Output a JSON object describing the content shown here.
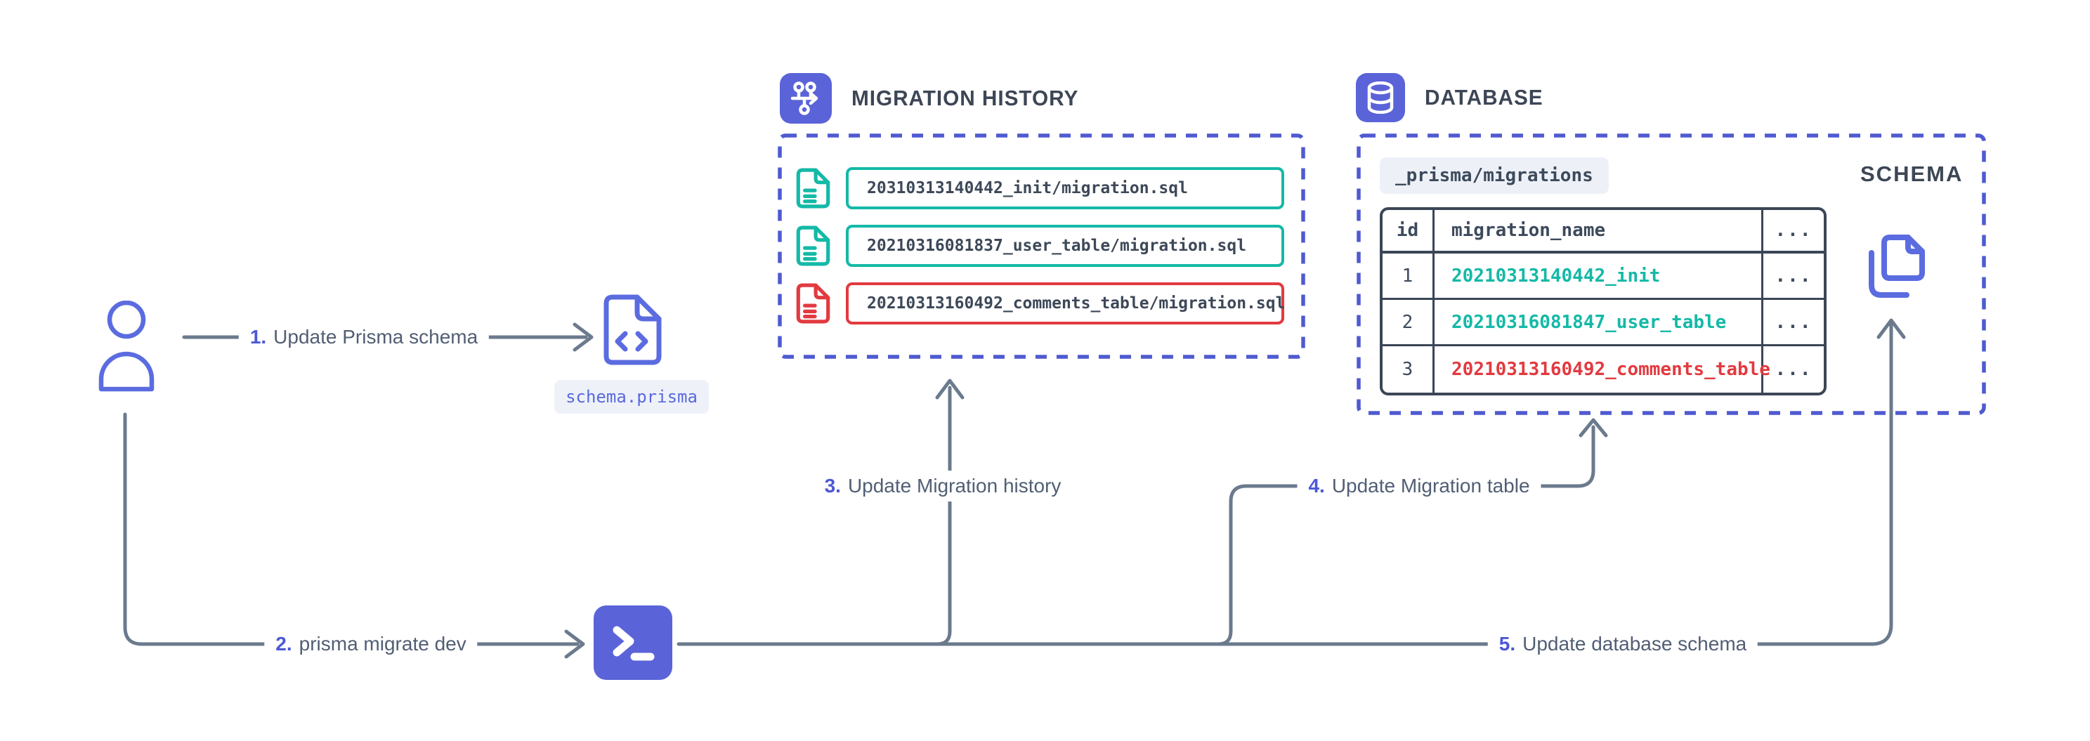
{
  "colors": {
    "indigo_solid": "#5a63d8",
    "indigo_outline": "#5b6ce0",
    "dashed_border": "#4f5ad1",
    "teal": "#14b9a7",
    "red": "#e23a40",
    "arrow_gray": "#6b7a8d",
    "slate_heading": "#3d4655",
    "label_text": "#515e74",
    "step_number": "#4c58d6",
    "pill_bg": "#eef2f8",
    "table_name_bg": "#edf1f7"
  },
  "steps": [
    {
      "number": "1.",
      "label": "Update Prisma schema"
    },
    {
      "number": "2.",
      "label": "prisma migrate dev"
    },
    {
      "number": "3.",
      "label": "Update Migration history"
    },
    {
      "number": "4.",
      "label": "Update Migration table"
    },
    {
      "number": "5.",
      "label": "Update database schema"
    }
  ],
  "schema_file": {
    "label": "schema.prisma"
  },
  "migration_history": {
    "title": "MIGRATION HISTORY",
    "files": [
      {
        "name": "20310313140442_init/migration.sql",
        "status": "applied"
      },
      {
        "name": "20210316081837_user_table/migration.sql",
        "status": "applied"
      },
      {
        "name": "20210313160492_comments_table/migration.sql",
        "status": "failed"
      }
    ]
  },
  "database": {
    "title": "DATABASE",
    "table_name_label": "_prisma/migrations",
    "schema_label": "SCHEMA",
    "table": {
      "headers": [
        "id",
        "migration_name",
        "..."
      ],
      "rows": [
        {
          "id": "1",
          "migration_name": "20210313140442_init",
          "more": "...",
          "status": "applied"
        },
        {
          "id": "2",
          "migration_name": "20210316081847_user_table",
          "more": "...",
          "status": "applied"
        },
        {
          "id": "3",
          "migration_name": "20210313160492_comments_table",
          "more": "...",
          "status": "failed"
        }
      ]
    }
  }
}
